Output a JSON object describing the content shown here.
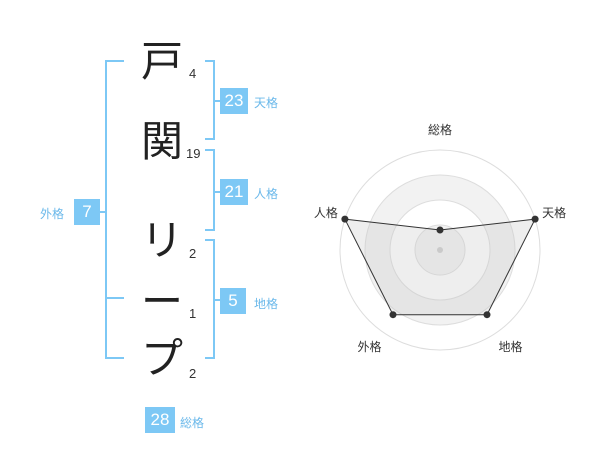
{
  "name": {
    "chars": [
      "戸",
      "関",
      "リ",
      "ー",
      "プ"
    ],
    "strokes": [
      "4",
      "19",
      "2",
      "1",
      "2"
    ]
  },
  "kaku": {
    "tenkaku": {
      "label": "天格",
      "value": "23"
    },
    "jinkaku": {
      "label": "人格",
      "value": "21"
    },
    "chikaku": {
      "label": "地格",
      "value": "5"
    },
    "gaikaku": {
      "label": "外格",
      "value": "7"
    },
    "soukaku": {
      "label": "総格",
      "value": "28"
    }
  },
  "colors": {
    "accent": "#7dc8f5",
    "bracket": "#7dc8f5",
    "accent_text": "#6ab8ea"
  },
  "chart_data": {
    "type": "radar",
    "axes": [
      "総格",
      "天格",
      "地格",
      "外格",
      "人格"
    ],
    "values": [
      0.2,
      1.0,
      0.8,
      0.8,
      1.0
    ],
    "range": [
      0,
      1
    ],
    "rings": 4
  }
}
